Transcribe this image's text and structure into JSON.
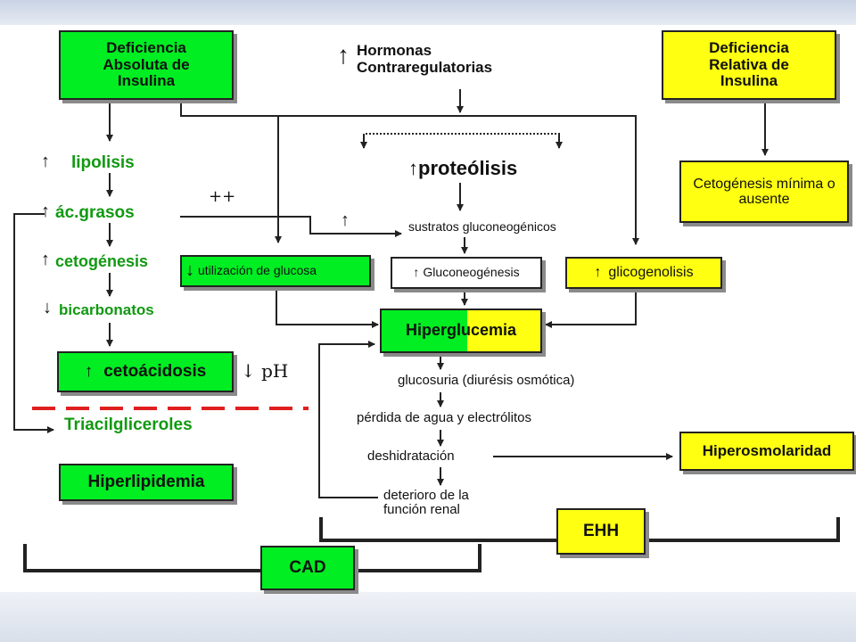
{
  "boxes": {
    "abs_def": "Deficiencia Absoluta de Insulina",
    "rel_def": "Deficiencia Relativa de Insulina",
    "ceto_min": "Cetogénesis mínima o ausente",
    "util_gluc": "utilización de glucosa",
    "gluconeo": "Gluconeogénesis",
    "glicogen": "glicogenolisis",
    "hiper_part1": "Hipergl",
    "hiper_part2": "ucemia",
    "cetoacidosis": "cetoácidosis",
    "hiperosm": "Hiperosmolaridad",
    "hiperlip": "Hiperlipidemia",
    "ehh": "EHH",
    "cad": "CAD"
  },
  "labels": {
    "hormonas": "Hormonas Contraregulatorias",
    "proteolisis": "proteólisis",
    "sustratos": "sustratos gluconeogénicos",
    "lipolisis": "lipolisis",
    "acgrasos": "ác.grasos",
    "cetogenesis": "cetogénesis",
    "bicarbonatos": "bicarbonatos",
    "triacil": "Triacilgliceroles",
    "plusplus": "++",
    "ph": "pH",
    "glucosuria": "glucosuria (diurésis osmótica)",
    "perdida": "pérdida de agua y electrólitos",
    "deshidratacion": "deshidratación",
    "deterioro": "deterioro de la función renal"
  },
  "colors": {
    "green": "#00ee22",
    "yellow": "#ffff11",
    "dash_red": "#e02020"
  },
  "icons": {
    "up": "↑",
    "down": "↓"
  }
}
